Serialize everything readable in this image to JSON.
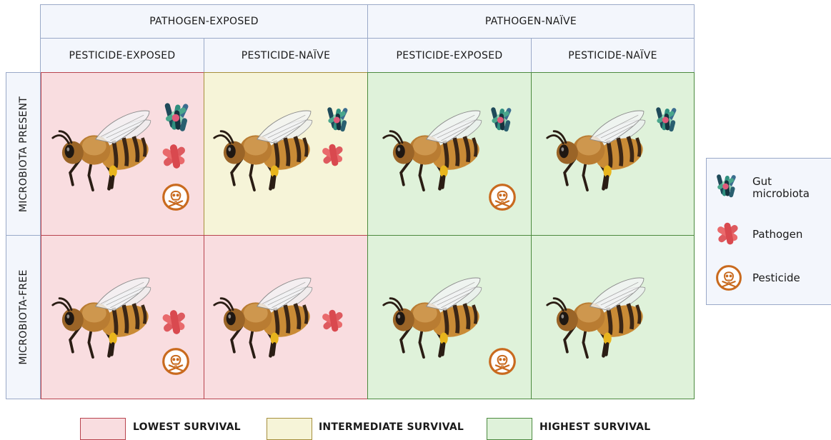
{
  "headers": {
    "pathogen_exposed": "PATHOGEN-EXPOSED",
    "pathogen_naive": "PATHOGEN-NAÏVE",
    "pesticide_exposed": "PESTICIDE-EXPOSED",
    "pesticide_naive": "PESTICIDE-NAÏVE"
  },
  "row_headers": {
    "microbiota_present": "MICROBIOTA PRESENT",
    "microbiota_free": "MICROBIOTA-FREE"
  },
  "legend": {
    "gut_microbiota": "Gut\nmicrobiota",
    "pathogen": "Pathogen",
    "pesticide": "Pesticide"
  },
  "survival_key": {
    "lowest": "LOWEST SURVIVAL",
    "intermediate": "INTERMEDIATE SURVIVAL",
    "highest": "HIGHEST SURVIVAL"
  },
  "colors": {
    "lowest": "#f9dde0",
    "intermediate": "#f6f4d8",
    "highest": "#dff2da"
  },
  "cells": [
    {
      "row": "microbiota_present",
      "pathogen": "exposed",
      "pesticide": "exposed",
      "survival": "lowest"
    },
    {
      "row": "microbiota_present",
      "pathogen": "exposed",
      "pesticide": "naive",
      "survival": "intermediate"
    },
    {
      "row": "microbiota_present",
      "pathogen": "naive",
      "pesticide": "exposed",
      "survival": "highest"
    },
    {
      "row": "microbiota_present",
      "pathogen": "naive",
      "pesticide": "naive",
      "survival": "highest"
    },
    {
      "row": "microbiota_free",
      "pathogen": "exposed",
      "pesticide": "exposed",
      "survival": "lowest"
    },
    {
      "row": "microbiota_free",
      "pathogen": "exposed",
      "pesticide": "naive",
      "survival": "lowest"
    },
    {
      "row": "microbiota_free",
      "pathogen": "naive",
      "pesticide": "exposed",
      "survival": "highest"
    },
    {
      "row": "microbiota_free",
      "pathogen": "naive",
      "pesticide": "naive",
      "survival": "highest"
    }
  ],
  "icons": [
    "bee-icon",
    "gut-microbiota-icon",
    "pathogen-icon",
    "pesticide-skull-icon"
  ]
}
